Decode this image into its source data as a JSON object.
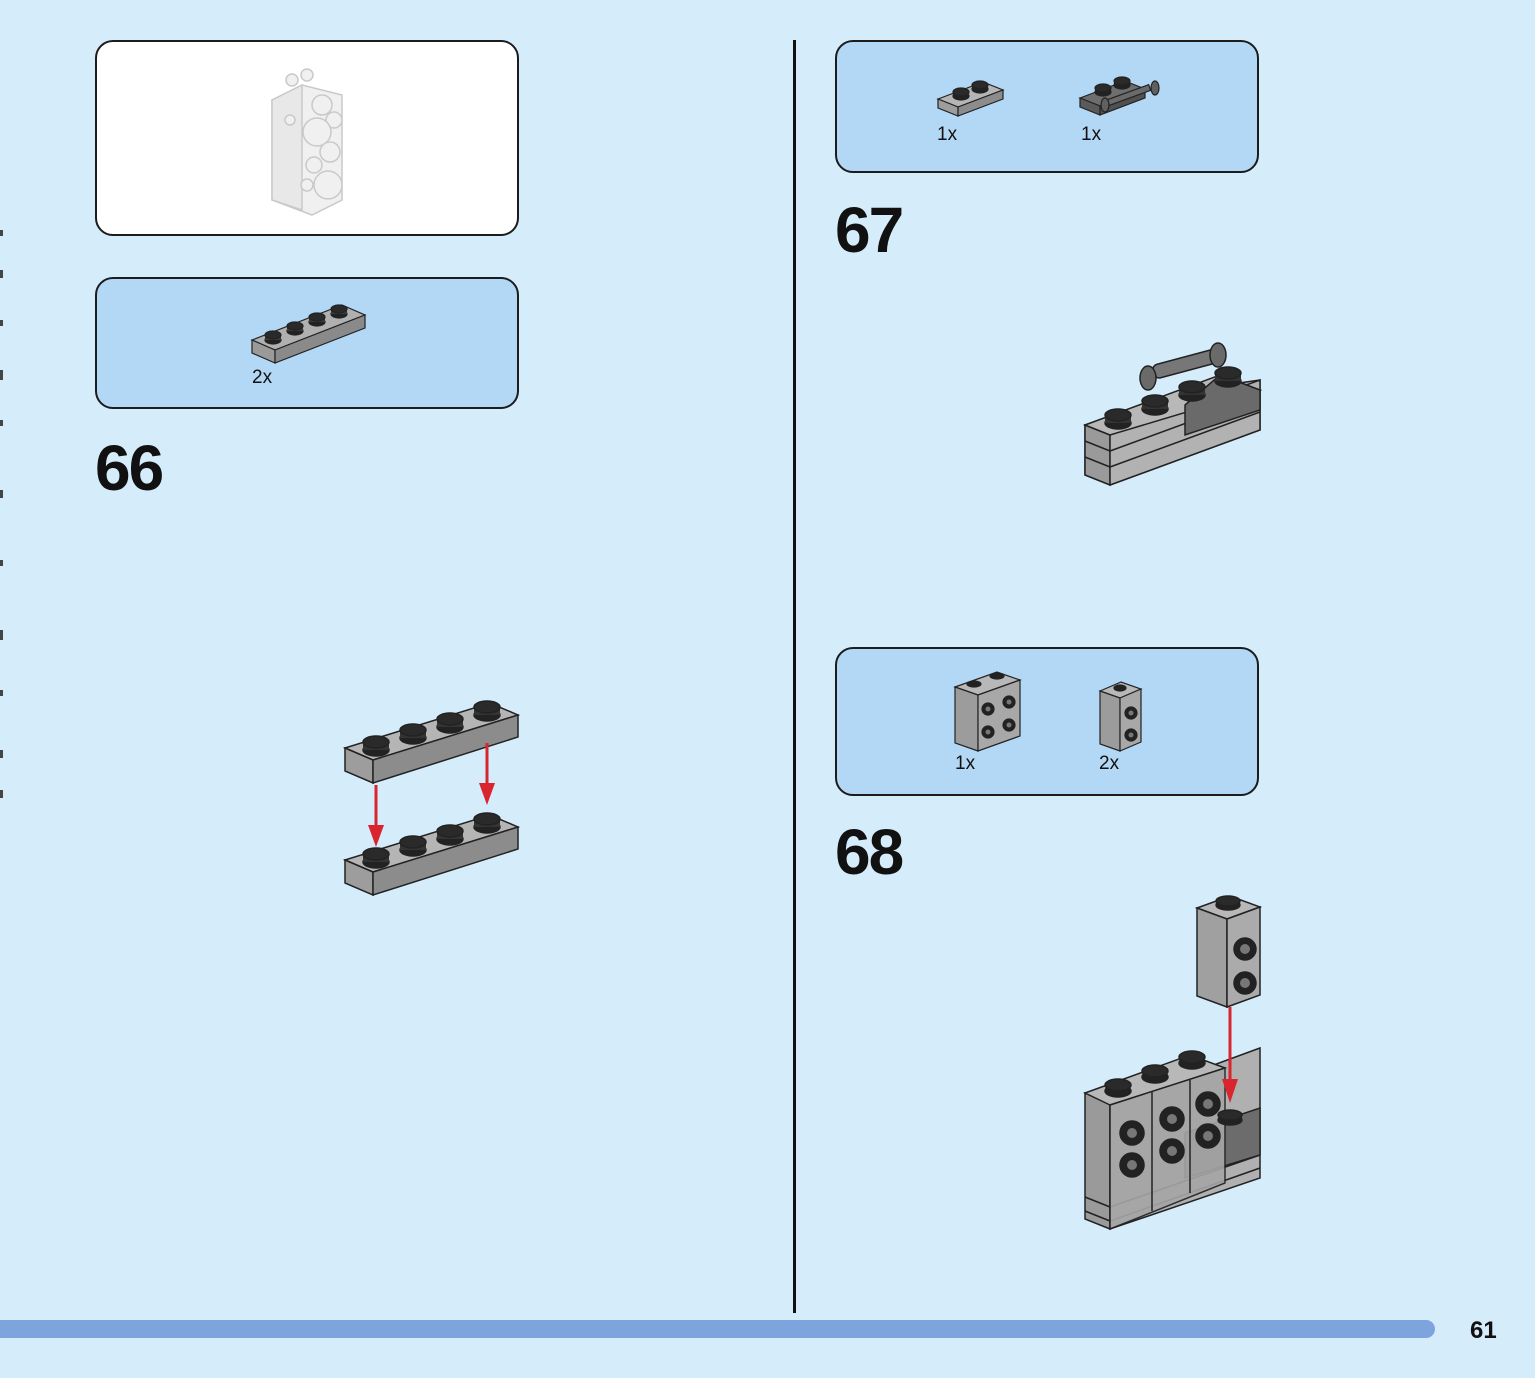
{
  "page": {
    "number": "61"
  },
  "steps": [
    {
      "number": "66",
      "parts": [
        {
          "name": "1x4 grey plate",
          "qty": "2x"
        }
      ]
    },
    {
      "number": "67",
      "parts": [
        {
          "name": "1x2 grey plate",
          "qty": "1x"
        },
        {
          "name": "dark grey plate with bar handle",
          "qty": "1x"
        }
      ]
    },
    {
      "number": "68",
      "parts": [
        {
          "name": "2x2 brick with side studs",
          "qty": "1x"
        },
        {
          "name": "1x1 brick with side studs",
          "qty": "2x"
        }
      ]
    }
  ],
  "colors": {
    "background": "#d5ecfb",
    "parts_box": "#b3d8f6",
    "brick_grey": "#a3a3a3",
    "stud_black": "#222222",
    "arrow_red": "#d8252e",
    "footer_bar": "#7da4dd"
  }
}
